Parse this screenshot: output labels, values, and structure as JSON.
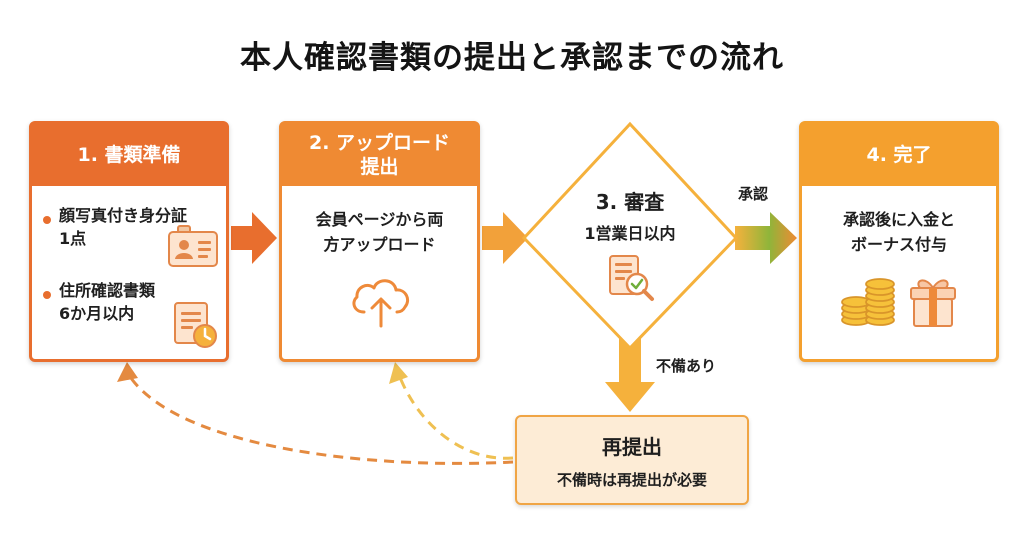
{
  "title": "本人確認書類の提出と承認までの流れ",
  "steps": [
    {
      "heading": "1. 書類準備",
      "items": [
        {
          "lines": [
            "顔写真付き身分証",
            "1点"
          ],
          "icon": "id-card-icon"
        },
        {
          "lines": [
            "住所確認書類",
            "6か月以内"
          ],
          "icon": "document-clock-icon"
        }
      ]
    },
    {
      "heading_lines": [
        "2. アップロード",
        "提出"
      ],
      "body_lines": [
        "会員ページから両",
        "方アップロード"
      ],
      "icon": "cloud-upload-icon"
    },
    {
      "heading": "3. 審査",
      "body": "1営業日以内",
      "icon": "document-search-icon"
    },
    {
      "heading": "4. 完了",
      "body_lines": [
        "承認後に入金と",
        "ボーナス付与"
      ],
      "icons": [
        "coins-icon",
        "gift-icon"
      ]
    }
  ],
  "labels": {
    "approved": "承認",
    "deficient": "不備あり"
  },
  "resubmit": {
    "title": "再提出",
    "subtitle": "不備時は再提出が必要"
  },
  "colors": {
    "step1": "#e86e2e",
    "step2": "#ef8a33",
    "step3": "#f5b13c",
    "step4": "#f4a02e",
    "resubmit_fill": "#fdecd6",
    "approve_arrow_end": "#6fae3b"
  }
}
